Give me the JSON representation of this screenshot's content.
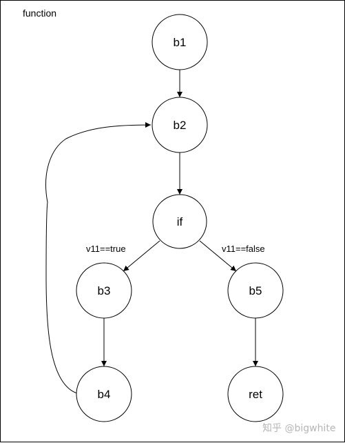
{
  "frame": {
    "label": "function"
  },
  "nodes": [
    {
      "id": "b1",
      "label": "b1"
    },
    {
      "id": "b2",
      "label": "b2"
    },
    {
      "id": "if",
      "label": "if"
    },
    {
      "id": "b3",
      "label": "b3"
    },
    {
      "id": "b5",
      "label": "b5"
    },
    {
      "id": "b4",
      "label": "b4"
    },
    {
      "id": "ret",
      "label": "ret"
    }
  ],
  "edges": [
    {
      "from": "b1",
      "to": "b2",
      "label": ""
    },
    {
      "from": "b2",
      "to": "if",
      "label": ""
    },
    {
      "from": "if",
      "to": "b3",
      "label": "v11==true"
    },
    {
      "from": "if",
      "to": "b5",
      "label": "v11==false"
    },
    {
      "from": "b3",
      "to": "b4",
      "label": ""
    },
    {
      "from": "b5",
      "to": "ret",
      "label": ""
    },
    {
      "from": "b4",
      "to": "b2",
      "label": ""
    }
  ],
  "watermark": "知乎 @bigwhite"
}
